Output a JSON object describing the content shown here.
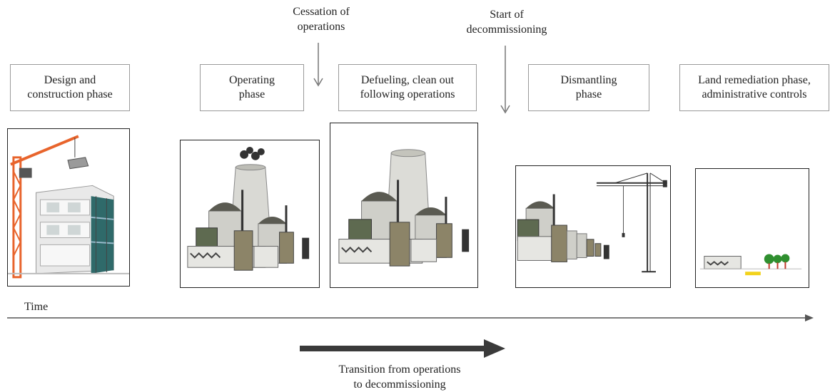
{
  "annotations": {
    "cessation": [
      "Cessation of",
      "operations"
    ],
    "start_decom": [
      "Start of",
      "decommissioning"
    ],
    "transition": [
      "Transition from operations",
      "to decommissioning"
    ],
    "time": "Time"
  },
  "phases": [
    {
      "line1": "Design and",
      "line2": "construction phase",
      "icon": "construction-crane-building-icon"
    },
    {
      "line1": "Operating",
      "line2": "phase",
      "icon": "operating-power-plant-icon"
    },
    {
      "line1": "Defueling, clean out",
      "line2": "following operations",
      "icon": "shutdown-power-plant-icon"
    },
    {
      "line1": "Dismantling",
      "line2": "phase",
      "icon": "dismantling-plant-crane-icon"
    },
    {
      "line1": "Land remediation phase,",
      "line2": "administrative controls",
      "icon": "remediated-land-trees-icon"
    }
  ],
  "colors": {
    "crane_orange": "#e8642c",
    "glass_teal": "#2f6a6a",
    "plant_gray": "#cfcfc9",
    "plant_dark": "#4a4a42",
    "tree_green": "#2f8f2f",
    "tree_trunk": "#c0392b",
    "spill_yellow": "#f2d21b",
    "arrow_dark": "#3a3a3a"
  }
}
